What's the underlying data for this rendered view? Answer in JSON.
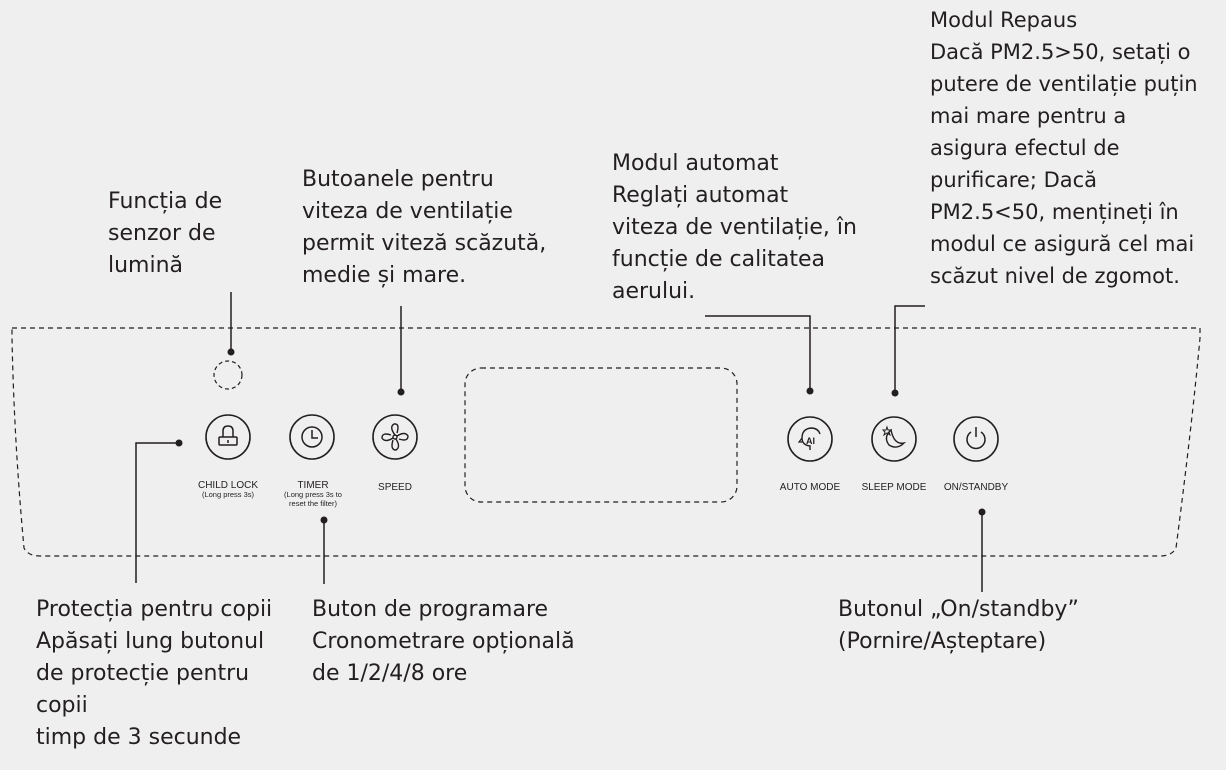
{
  "callouts": {
    "light_sensor": [
      "Funcția de",
      "senzor de",
      "lumină"
    ],
    "speed_buttons": [
      "Butoanele pentru",
      "viteza de ventilație",
      "permit viteză scăzută,",
      "medie și mare."
    ],
    "auto_mode": [
      "Modul automat",
      "Reglați automat",
      "viteza de ventilație, în",
      "funcție de calitatea",
      "aerului."
    ],
    "sleep_mode": [
      "Modul Repaus",
      "Dacă PM2.5>50, setați o",
      "putere de ventilație puțin",
      "mai mare pentru a",
      "asigura efectul de",
      "purificare; Dacă",
      "PM2.5<50, mențineți în",
      "modul ce asigură cel mai",
      "scăzut nivel de zgomot."
    ],
    "child_lock": [
      "Protecția pentru copii",
      "Apăsați lung butonul",
      "de protecție pentru",
      "copii",
      "timp de 3 secunde"
    ],
    "timer": [
      "Buton de programare",
      "Cronometrare opțională",
      "de 1/2/4/8 ore"
    ],
    "power": [
      "Butonul „On/standby”",
      "(Pornire/Așteptare)"
    ]
  },
  "buttons": {
    "child_lock": {
      "label": "CHILD LOCK",
      "sub": "(Long press 3s)",
      "icon": "lock-icon"
    },
    "timer": {
      "label": "TIMER",
      "sub1": "(Long press 3s to",
      "sub2": "reset the filter)",
      "icon": "clock-icon"
    },
    "speed": {
      "label": "SPEED",
      "icon": "fan-icon"
    },
    "auto_mode": {
      "label": "AUTO MODE",
      "icon": "ai-head-icon",
      "icon_text": "AI"
    },
    "sleep_mode": {
      "label": "SLEEP MODE",
      "icon": "moon-star-icon"
    },
    "power": {
      "label": "ON/STANDBY",
      "icon": "power-icon"
    }
  },
  "colors": {
    "background": "#efefef",
    "ink": "#231f20"
  }
}
